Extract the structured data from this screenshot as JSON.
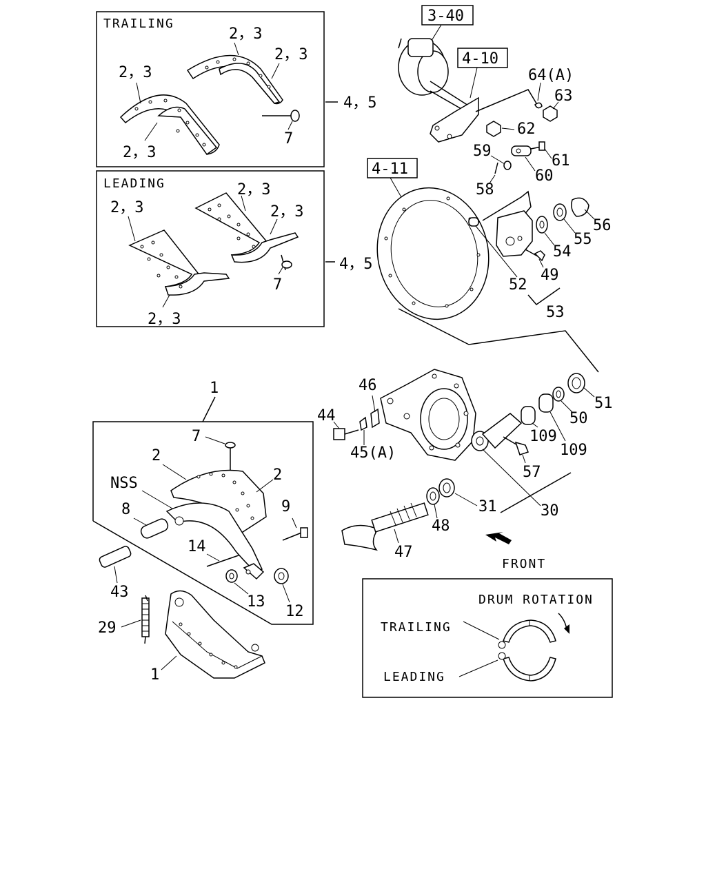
{
  "panels": {
    "trailing_title": "TRAILING",
    "leading_title": "LEADING",
    "rotation_title": "DRUM ROTATION",
    "rotation_trailing": "TRAILING",
    "rotation_leading": "LEADING",
    "front": "FRONT"
  },
  "refs": {
    "r340": "3-40",
    "r410": "4-10",
    "r411": "4-11"
  },
  "labels": {
    "t23a": "2，3",
    "t23b": "2，3",
    "t23c": "2，3",
    "t23d": "2，3",
    "t7": "7",
    "t45": "4，5",
    "l23a": "2，3",
    "l23b": "2，3",
    "l23c": "2，3",
    "l23d": "2，3",
    "l7": "7",
    "l45": "4，5",
    "p64": "64(A)",
    "p63": "63",
    "p62": "62",
    "p61": "61",
    "p60": "60",
    "p59": "59",
    "p58": "58",
    "p56": "56",
    "p55": "55",
    "p54": "54",
    "p52": "52",
    "p49": "49",
    "p53": "53",
    "p51": "51",
    "p50": "50",
    "p46": "46",
    "p44": "44",
    "p45a": "45(A)",
    "p109a": "109",
    "p109b": "109",
    "p57": "57",
    "p31": "31",
    "p30": "30",
    "p48": "48",
    "p47": "47",
    "p1top": "1",
    "p7": "7",
    "p2a": "2",
    "p2b": "2",
    "pnss": "NSS",
    "p8": "8",
    "p9": "9",
    "p14": "14",
    "p13": "13",
    "p12": "12",
    "p43": "43",
    "p29": "29",
    "p1bot": "1"
  }
}
